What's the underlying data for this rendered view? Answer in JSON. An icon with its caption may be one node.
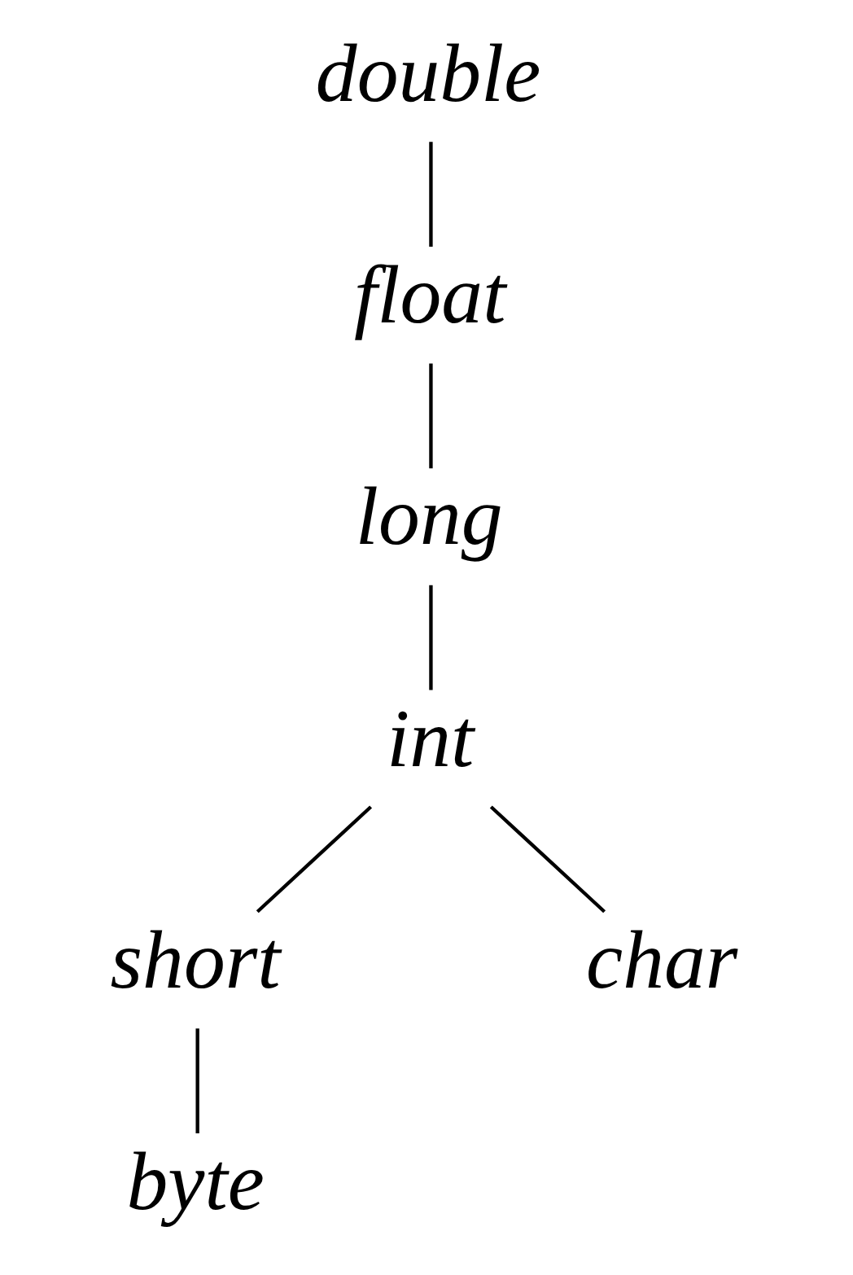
{
  "diagram": {
    "nodes": [
      {
        "text": [
          "double"
        ]
      },
      {
        "text": [
          "float"
        ]
      },
      {
        "text": [
          "long"
        ]
      },
      {
        "text": [
          "int"
        ]
      },
      {
        "text": [
          "short"
        ]
      },
      {
        "text": [
          "char"
        ]
      },
      {
        "text": [
          "byte"
        ]
      }
    ],
    "edges": [
      {
        "from": 0,
        "to": 1,
        "arrow": "none"
      },
      {
        "from": 1,
        "to": 2,
        "arrow": "none"
      },
      {
        "from": 2,
        "to": 3,
        "arrow": "none"
      },
      {
        "from": 3,
        "to": 4,
        "arrow": "none"
      },
      {
        "from": 3,
        "to": 5,
        "arrow": "none"
      },
      {
        "from": 4,
        "to": 6,
        "arrow": "none"
      }
    ]
  }
}
